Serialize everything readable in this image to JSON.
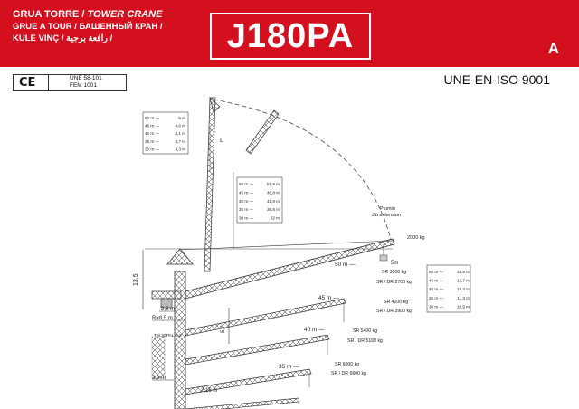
{
  "header": {
    "title_es": "GRUA TORRE /",
    "title_en": "TOWER CRANE",
    "title_fr_ru": "GRUE A TOUR / БАШЕННЫЙ КРАН /",
    "title_tr_ar": "KULE VINÇ / رافعة برجية /",
    "model": "J180PA",
    "class_letter": "A"
  },
  "certification": {
    "ce_mark": "CE",
    "standard_1": "UNE 58-101",
    "standard_2": "FEM 1001",
    "iso": "UNE-EN-ISO 9001"
  },
  "tables": {
    "jib_offset": [
      {
        "jib": "50 m",
        "val": "5 m"
      },
      {
        "jib": "45 m",
        "val": "4,6 m"
      },
      {
        "jib": "40 m",
        "val": "4,1 m"
      },
      {
        "jib": "35 m",
        "val": "3,7 m"
      },
      {
        "jib": "30 m",
        "val": "3,3 m"
      }
    ],
    "hook_height": [
      {
        "jib": "50 m",
        "val": "51,9 m"
      },
      {
        "jib": "45 m",
        "val": "46,8 m"
      },
      {
        "jib": "40 m",
        "val": "41,9 m"
      },
      {
        "jib": "35 m",
        "val": "36,8 m"
      },
      {
        "jib": "30 m",
        "val": "32 m"
      }
    ],
    "counter_height": [
      {
        "jib": "50 m",
        "val": "13,8 m"
      },
      {
        "jib": "45 m",
        "val": "12,7 m"
      },
      {
        "jib": "40 m",
        "val": "12,4 m"
      },
      {
        "jib": "35 m",
        "val": "11,3 m"
      },
      {
        "jib": "30 m",
        "val": "10,9 m"
      }
    ]
  },
  "labels": {
    "L": "L",
    "plumin": "Plumin",
    "jib_extension": "Jib extension",
    "tip_load": "2000 kg",
    "five_m": "5m",
    "height_13_5": "13,5",
    "height_5_7": "5,7",
    "dim_2_8": "2,8 m",
    "radius_8_5": "R=8,5 m",
    "mast_section": "TM 30PAL S.6",
    "dim_2_9": "2,9 m",
    "dim_2_16": "2,16 m"
  },
  "jibs": [
    {
      "length": "50 m",
      "sr": "SR",
      "sr_load": "3000 kg",
      "dr": "SR / DR",
      "dr_load": "2700 kg"
    },
    {
      "length": "45 m",
      "sr": "SR",
      "sr_load": "4200 kg",
      "dr": "SR / DR",
      "dr_load": "3900 kg"
    },
    {
      "length": "40 m",
      "sr": "SR",
      "sr_load": "5400 kg",
      "dr": "SR / DR",
      "dr_load": "5100 kg"
    },
    {
      "length": "35 m",
      "sr": "SR",
      "sr_load": "6000 kg",
      "dr": "SR / DR",
      "dr_load": "6600 kg"
    }
  ]
}
